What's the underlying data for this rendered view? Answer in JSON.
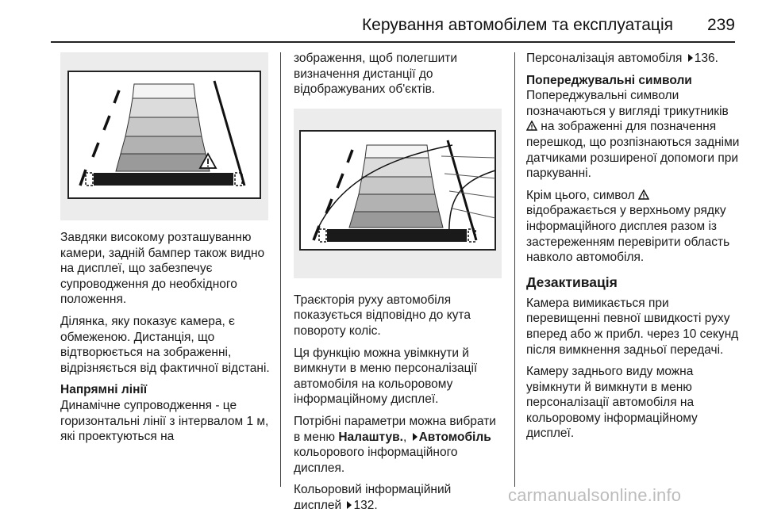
{
  "header": {
    "title": "Керування автомобілем та експлуатація",
    "page_number": "239"
  },
  "figure1": {
    "icon": "warning-triangle-icon"
  },
  "figure2": {
    "icon": "trajectory-curve"
  },
  "col1": {
    "p1": "Завдяки високому розташуванню камери, задній бампер також видно на дисплеї, що забезпечує супроводження до необхідного положення.",
    "p2": "Ділянка, яку показує камера, є обмеженою. Дистанція, що відтворюється на зображенні, відрізняється від фактичної відстані.",
    "h_guidelines": "Напрямні лінії",
    "p3": "Динамічне супроводження - це горизонтальні лінії з інтервалом 1 м, які проектуються на"
  },
  "col2": {
    "p1": "зображення, щоб полегшити визначення дистанції до відображуваних об'єктів.",
    "p2": "Траєкторія руху автомобіля показується відповідно до кута повороту коліс.",
    "p3": "Ця функцію можна увімкнути й вимкнути в меню персоналізації автомобіля на кольоровому інформаційному дисплеї.",
    "p4_a": "Потрібні параметри можна вибрати в меню ",
    "p4_menu1": "Налаштув.",
    "p4_sep": ", ",
    "p4_menu2": "Автомобіль",
    "p4_b": " кольорового інформаційного дисплея.",
    "p5_a": "Кольоровий інформаційний дисплей ",
    "p5_ref": "132."
  },
  "col3": {
    "p1_a": "Персоналізація автомобіля ",
    "p1_ref": "136.",
    "h_warning": "Попереджувальні символи",
    "p2_a": "Попереджувальні символи позначаються у вигляді трикутників ",
    "p2_b": " на зображенні для позначення перешкод, що розпізнаються задніми датчиками розширеної допомоги при паркуванні.",
    "p3_a": "Крім цього, символ ",
    "p3_b": " відображається у верхньому рядку інформаційного дисплея разом із застереженням перевірити область навколо автомобіля.",
    "h_deactivation": "Дезактивація",
    "p4": "Камера вимикається при перевищенні певної швидкості руху вперед або ж прибл. через 10 секунд після вимкнення задньої передачі.",
    "p5": "Камеру заднього виду можна увімкнути й вимкнути в меню персоналізації автомобіля на кольоровому інформаційному дисплеї."
  },
  "watermark": "carmanualsonline.info"
}
